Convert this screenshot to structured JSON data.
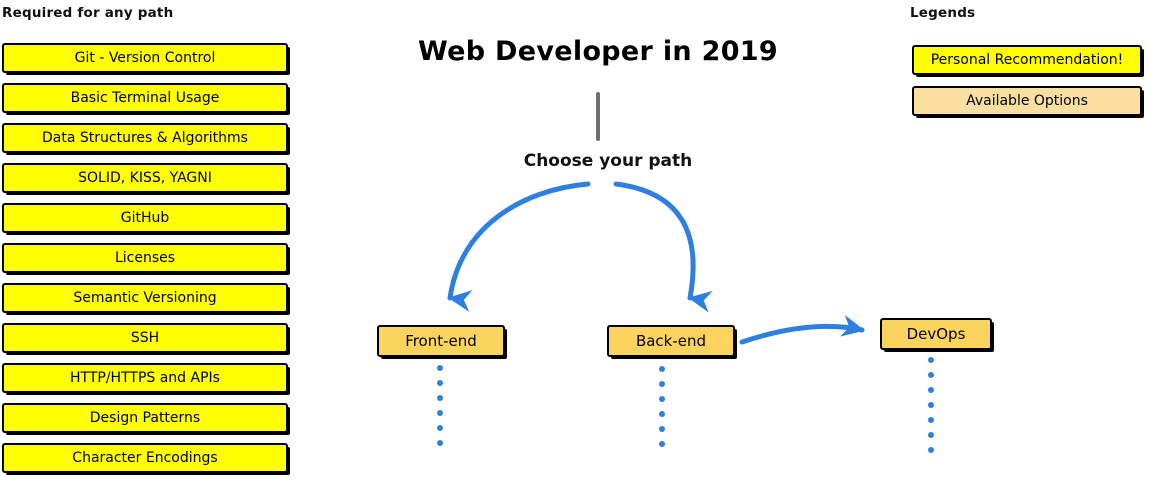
{
  "colors": {
    "recommendation_yellow": "#ffff00",
    "available_option_orange": "#fadfa0",
    "path_box_orange": "#fbd45e",
    "arrow_blue": "#2f7fe0",
    "trunk_gray": "#6e6e6e",
    "outline_black": "#000000",
    "background": "#ffffff"
  },
  "required_section": {
    "heading": "Required for any path",
    "items": [
      {
        "label": "Git - Version Control"
      },
      {
        "label": "Basic Terminal Usage"
      },
      {
        "label": "Data Structures & Algorithms"
      },
      {
        "label": "SOLID, KISS, YAGNI"
      },
      {
        "label": "GitHub"
      },
      {
        "label": "Licenses"
      },
      {
        "label": "Semantic Versioning"
      },
      {
        "label": "SSH"
      },
      {
        "label": "HTTP/HTTPS and APIs"
      },
      {
        "label": "Design Patterns"
      },
      {
        "label": "Character Encodings"
      }
    ]
  },
  "center": {
    "title": "Web Developer in 2019",
    "choose_path_label": "Choose your path",
    "paths": [
      {
        "label": "Front-end",
        "dots": 6
      },
      {
        "label": "Back-end",
        "dots": 6
      },
      {
        "label": "DevOps",
        "dots": 7
      }
    ]
  },
  "legends": {
    "heading": "Legends",
    "items": [
      {
        "label": "Personal Recommendation!",
        "swatch": "#ffff00"
      },
      {
        "label": "Available Options",
        "swatch": "#fadfa0"
      }
    ]
  }
}
